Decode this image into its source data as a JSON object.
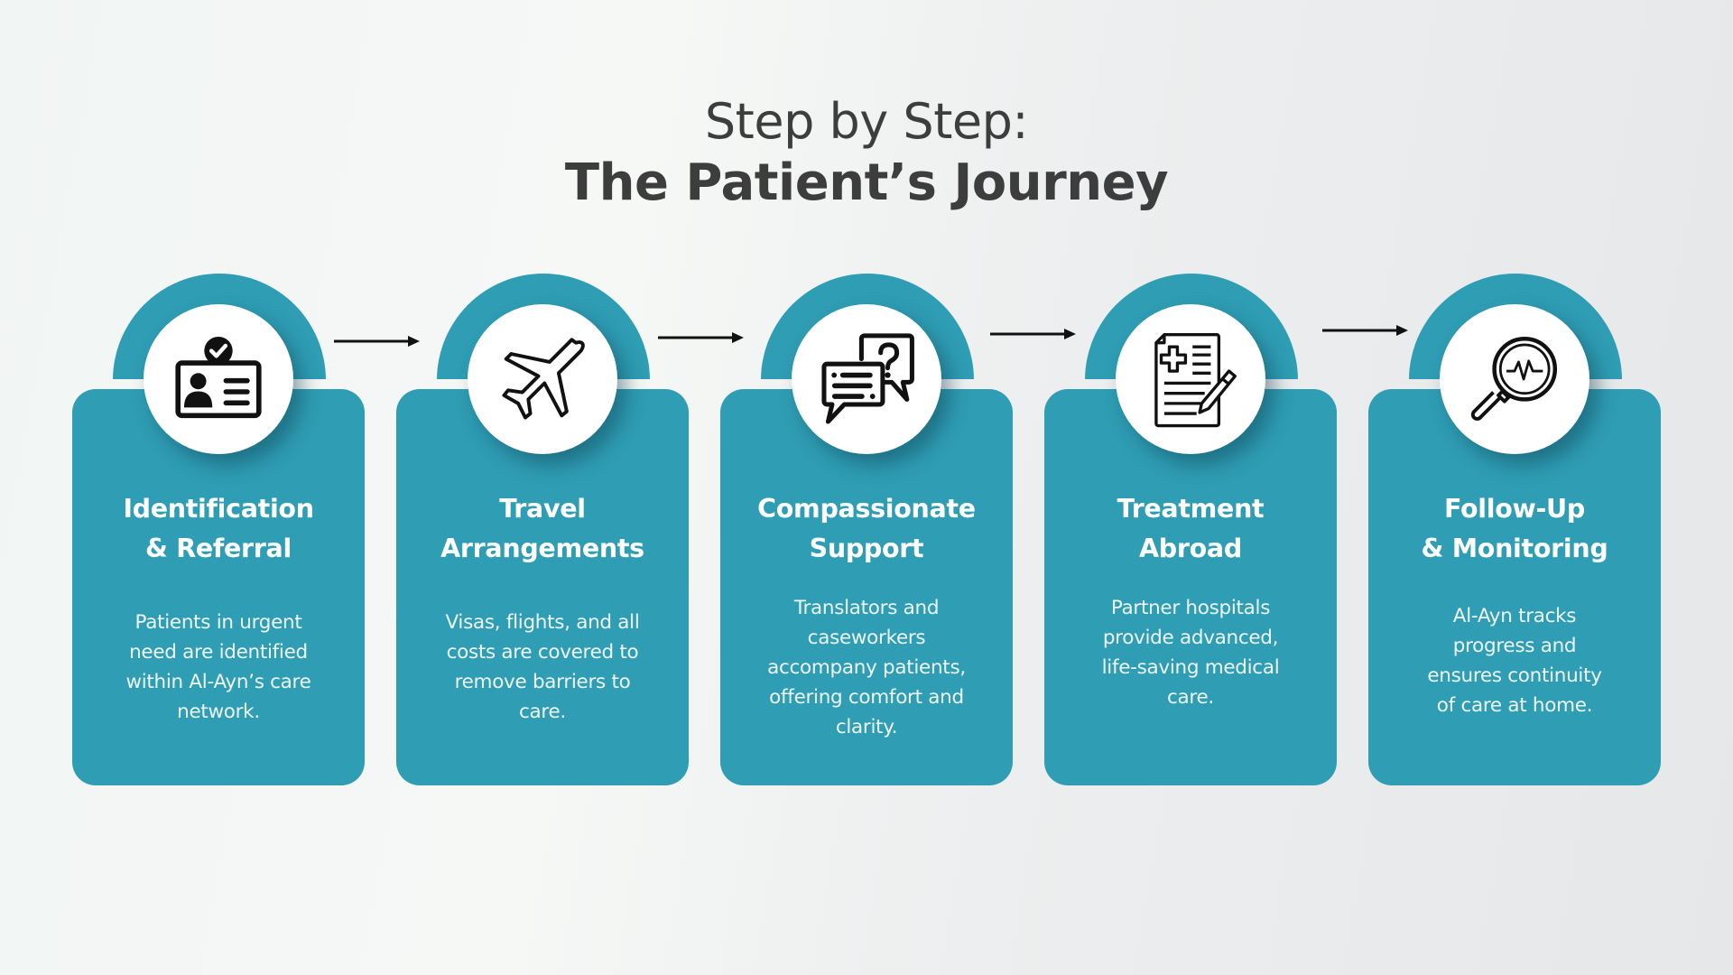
{
  "title": {
    "line1": "Step by Step:",
    "line2": "The Patient’s Journey"
  },
  "colors": {
    "accent": "#2f9db4",
    "title": "#3d3d3d",
    "card_text": "#ffffff",
    "icon": "#111111"
  },
  "steps": [
    {
      "icon": "id-card-check-icon",
      "heading": [
        "Identification",
        "& Referral"
      ],
      "body": [
        "Patients in urgent",
        "need are identified",
        "within Al-Ayn’s care",
        "network."
      ]
    },
    {
      "icon": "airplane-icon",
      "heading": [
        "Travel",
        "Arrangements"
      ],
      "body": [
        "Visas, flights, and all",
        "costs are covered to",
        "remove barriers to",
        "care."
      ]
    },
    {
      "icon": "chat-bubbles-question-icon",
      "heading": [
        "Compassionate",
        "Support"
      ],
      "body": [
        "Translators and",
        "caseworkers",
        "accompany patients,",
        "offering comfort and",
        "clarity."
      ]
    },
    {
      "icon": "medical-report-pencil-icon",
      "heading": [
        "Treatment",
        "Abroad"
      ],
      "body": [
        "Partner hospitals",
        "provide advanced,",
        "life-saving medical",
        "care."
      ]
    },
    {
      "icon": "magnifier-heartbeat-icon",
      "heading": [
        "Follow-Up",
        "& Monitoring"
      ],
      "body": [
        "Al-Ayn tracks",
        "progress and",
        "ensures continuity",
        "of care at home."
      ]
    }
  ],
  "connectors": [
    "right-arrow-icon",
    "right-arrow-icon",
    "right-arrow-icon",
    "right-arrow-icon"
  ]
}
